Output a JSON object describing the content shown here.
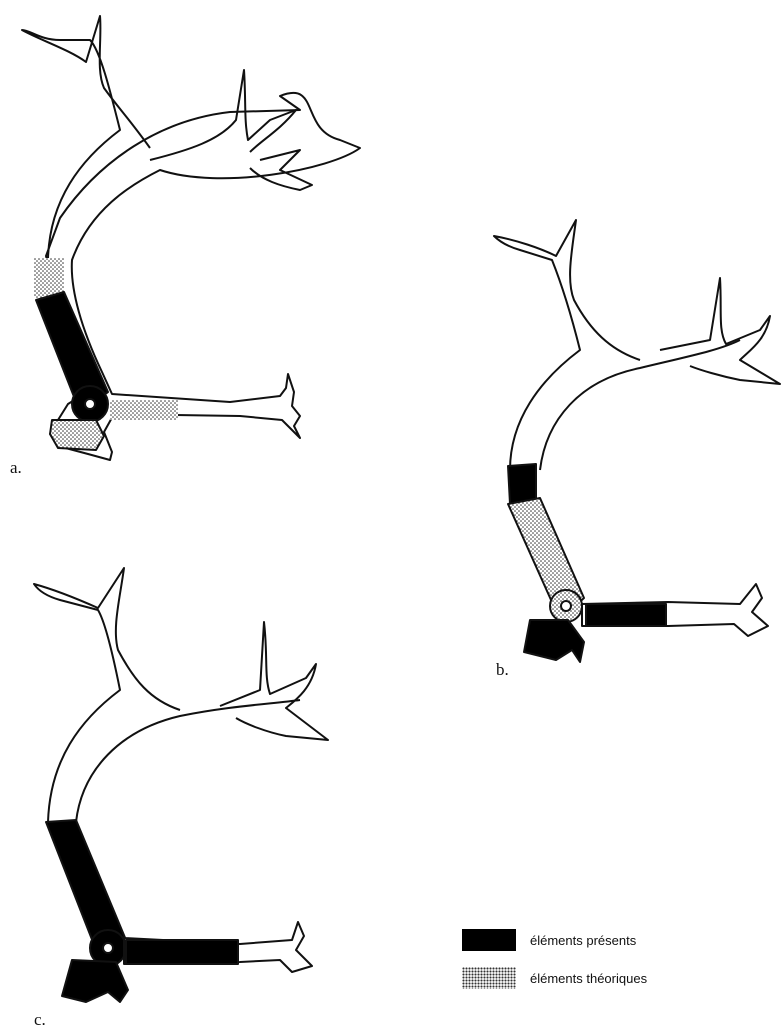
{
  "panels": [
    {
      "label": "a."
    },
    {
      "label": "b."
    },
    {
      "label": "c."
    }
  ],
  "legend": [
    {
      "label": "éléments présents",
      "fill": "solid"
    },
    {
      "label": "éléments théoriques",
      "fill": "dotted"
    }
  ],
  "colors": {
    "line": "#111111",
    "present": "#000000",
    "theoretical_dots": "#333333",
    "background": "#ffffff"
  }
}
